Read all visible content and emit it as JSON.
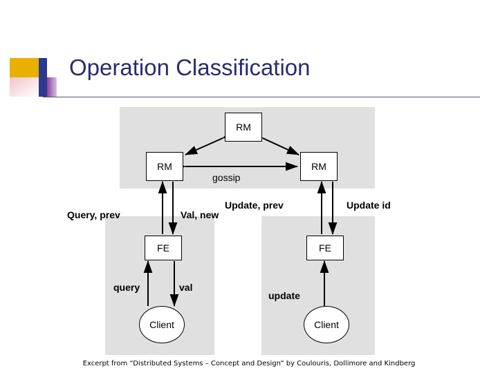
{
  "slide": {
    "title": "Operation Classification",
    "footnote": "Excerpt from “Distributed Systems – Concept and Design” by Coulouris, Dollimore and Kindberg",
    "title_color": "#2b2b6e",
    "panel_color": "#e0e0e0"
  },
  "diagram": {
    "nodes": {
      "rm_top": "RM",
      "rm_left": "RM",
      "rm_right": "RM",
      "fe_left": "FE",
      "fe_right": "FE",
      "client_left": "Client",
      "client_right": "Client"
    },
    "labels": {
      "gossip": "gossip",
      "query_prev": "Query, prev",
      "val_new": "Val, new",
      "update_prev": "Update, prev",
      "update_id": "Update id",
      "query": "query",
      "val": "val",
      "update": "update"
    }
  }
}
